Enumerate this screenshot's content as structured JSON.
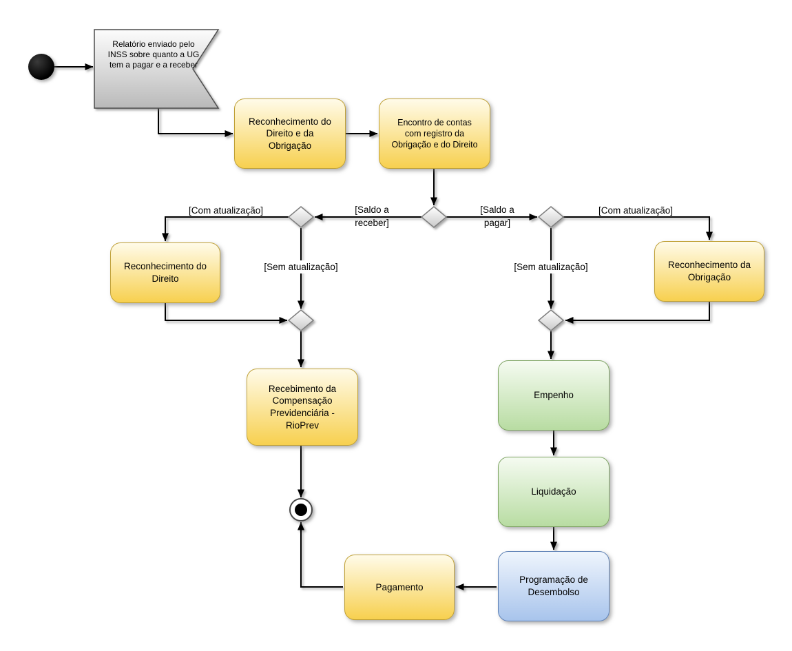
{
  "diagram": {
    "nodes": {
      "relatorio_inss": {
        "label": "Relatório enviado pelo INSS sobre quanto a UG tem a pagar e a receber",
        "type": "accept-event",
        "color": "gray"
      },
      "reconhecimento_direito_obrigacao": {
        "label": "Reconhecimento do Direito e da Obrigação",
        "type": "action",
        "color": "yellow"
      },
      "encontro_contas": {
        "label": "Encontro de contas com registro da Obrigação e do Direito",
        "type": "action",
        "color": "yellow"
      },
      "reconhecimento_direito": {
        "label": "Reconhecimento do Direito",
        "type": "action",
        "color": "yellow"
      },
      "reconhecimento_obrigacao": {
        "label": "Reconhecimento da Obrigação",
        "type": "action",
        "color": "yellow"
      },
      "recebimento_compensacao": {
        "label": "Recebimento da Compensação Previdenciária - RioPrev",
        "type": "action",
        "color": "yellow"
      },
      "empenho": {
        "label": "Empenho",
        "type": "action",
        "color": "green"
      },
      "liquidacao": {
        "label": "Liquidação",
        "type": "action",
        "color": "green"
      },
      "programacao_desembolso": {
        "label": "Programação de Desembolso",
        "type": "action",
        "color": "blue"
      },
      "pagamento": {
        "label": "Pagamento",
        "type": "action",
        "color": "yellow"
      }
    },
    "edge_labels": {
      "saldo_a_receber": "[Saldo a receber]",
      "saldo_a_pagar": "[Saldo a pagar]",
      "com_atualizacao_left": "[Com atualização]",
      "sem_atualizacao_left": "[Sem atualização]",
      "com_atualizacao_right": "[Com atualização]",
      "sem_atualizacao_right": "[Sem atualização]"
    },
    "colors": {
      "yellow_fill_bottom": "#F7D04F",
      "yellow_border": "#BFA036",
      "green_fill_bottom": "#B8DCA2",
      "green_border": "#7FA564",
      "blue_fill_bottom": "#A8C4EC",
      "blue_border": "#5E81B5",
      "gray_fill_bottom": "#B9B9B9",
      "gray_border": "#4D4D4D",
      "edge_color": "#000000"
    }
  }
}
